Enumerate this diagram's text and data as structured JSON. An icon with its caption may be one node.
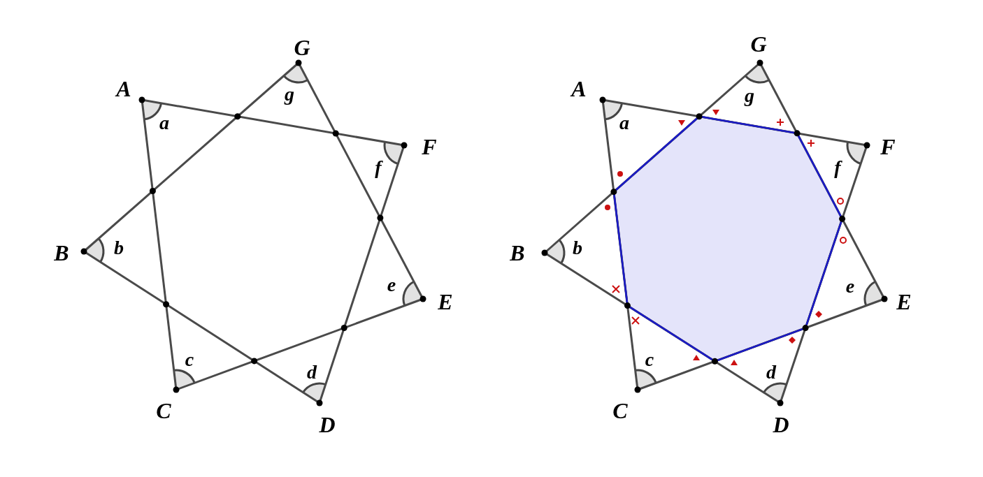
{
  "diagram": {
    "labels": [
      "G",
      "A",
      "g",
      "a",
      "F",
      "f",
      "B",
      "b",
      "e",
      "E",
      "c",
      "d",
      "C",
      "D",
      "G",
      "A",
      "g",
      "a",
      "F",
      "f",
      "B",
      "b",
      "e",
      "E",
      "c",
      "d",
      "C",
      "D"
    ]
  }
}
